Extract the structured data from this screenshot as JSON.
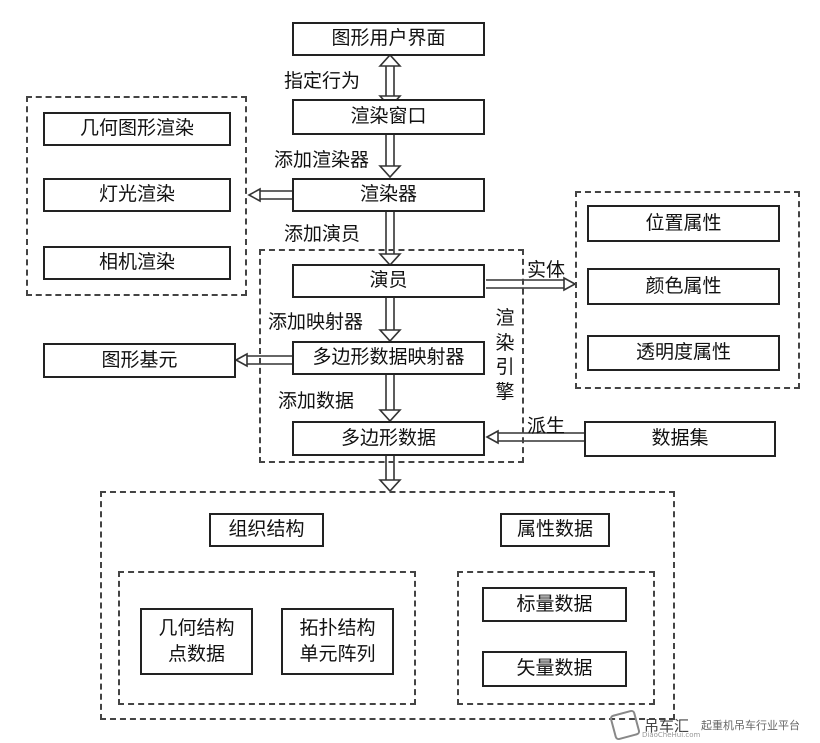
{
  "nodes": {
    "gui": "图形用户界面",
    "render_window": "渲染窗口",
    "renderer": "渲染器",
    "actor": "演员",
    "mapper": "多边形数据映射器",
    "polydata": "多边形数据",
    "geometry_render": "几何图形渲染",
    "light_render": "灯光渲染",
    "camera_render": "相机渲染",
    "position_attr": "位置属性",
    "color_attr": "颜色属性",
    "opacity_attr": "透明度属性",
    "primitive": "图形基元",
    "dataset": "数据集",
    "org_structure": "组织结构",
    "attr_data": "属性数据",
    "geom_struct": "几何结构\n点数据",
    "topo_struct": "拓扑结构\n单元阵列",
    "scalar_data": "标量数据",
    "vector_data": "矢量数据"
  },
  "edges": {
    "specify_behavior": "指定行为",
    "add_renderer": "添加渲染器",
    "add_actor": "添加演员",
    "add_mapper": "添加映射器",
    "add_data": "添加数据",
    "entity": "实体",
    "derive": "派生"
  },
  "groups": {
    "render_engine": "渲染引擎"
  },
  "watermark": {
    "brand": "吊车汇",
    "sub": "DiaoCheHui.com",
    "slogan": "起重机吊车行业平台"
  }
}
